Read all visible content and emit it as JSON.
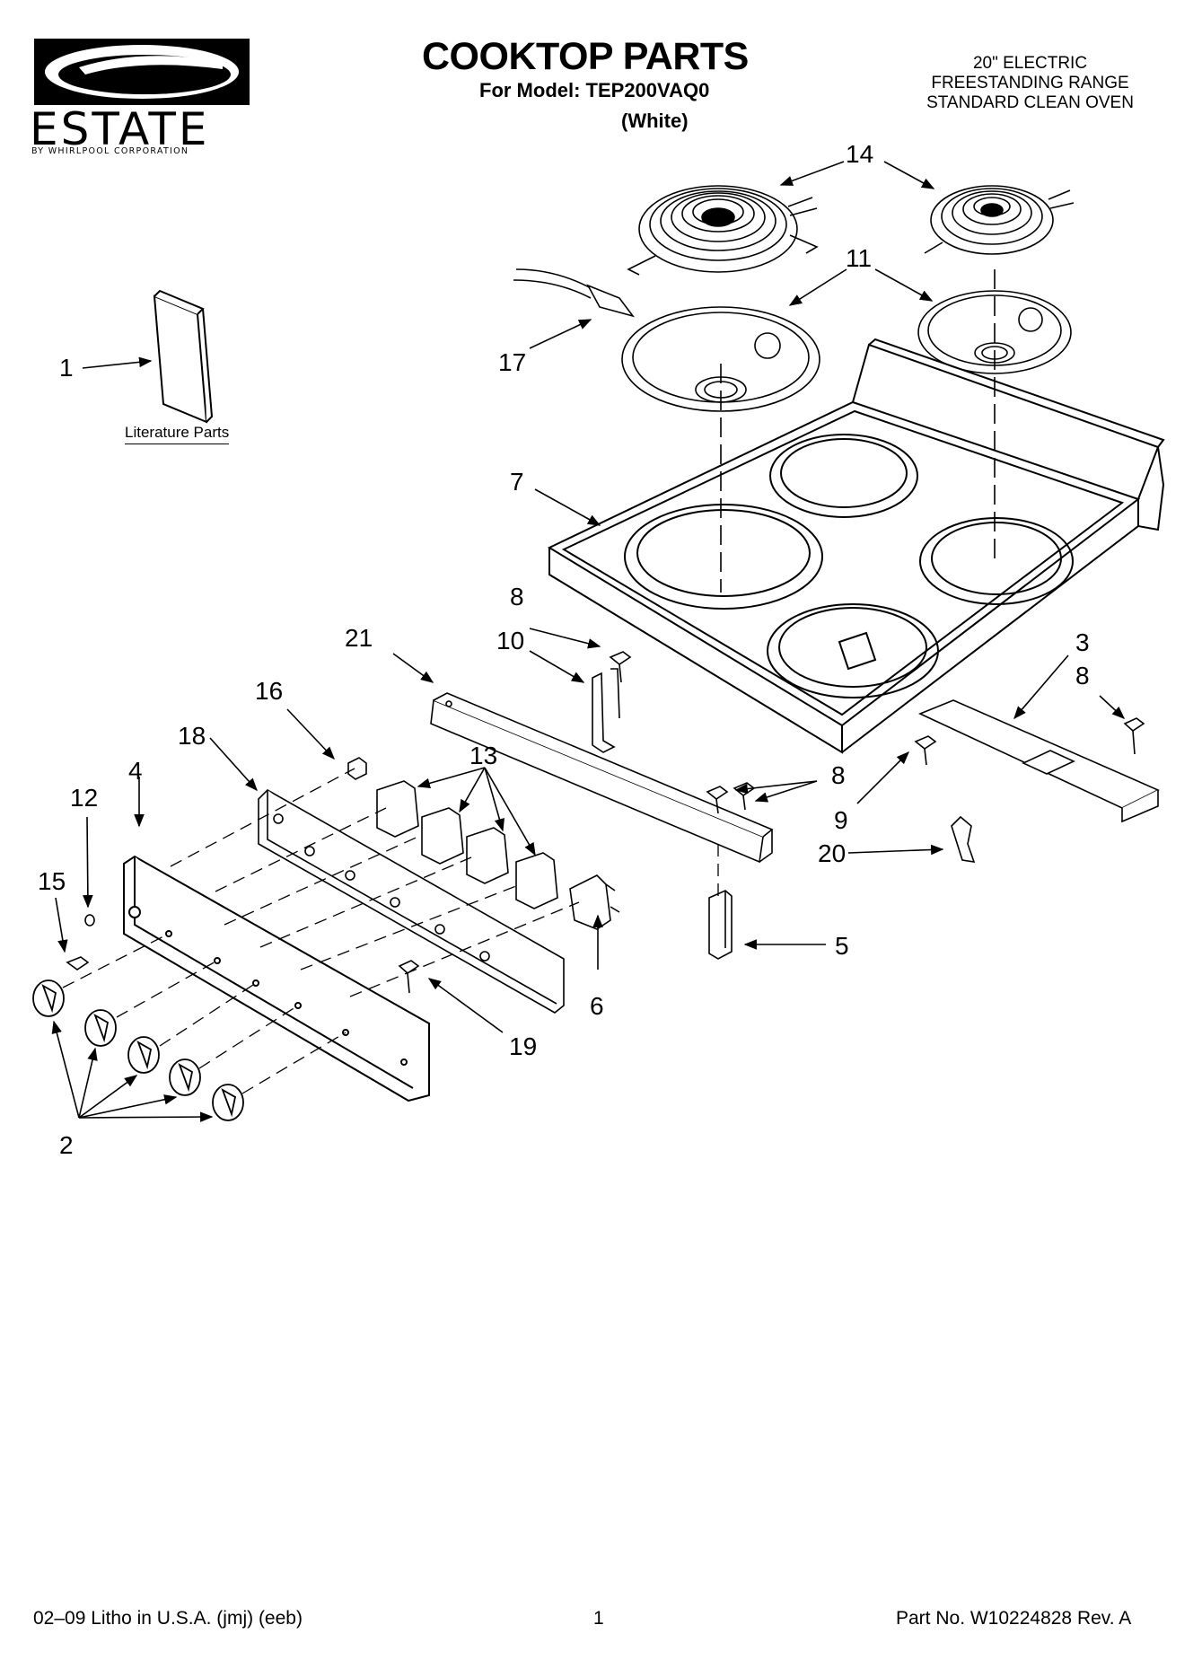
{
  "header": {
    "brand": "ESTATE",
    "brand_sub": "BY WHIRLPOOL CORPORATION",
    "title": "COOKTOP PARTS",
    "model_line": "For Model: TEP200VAQ0",
    "color_line": "(White)",
    "range_info": [
      "20\" ELECTRIC",
      "FREESTANDING RANGE",
      "STANDARD CLEAN OVEN"
    ]
  },
  "literature_label": "Literature Parts",
  "callouts": {
    "c1": "1",
    "c2": "2",
    "c3": "3",
    "c4": "4",
    "c5": "5",
    "c6": "6",
    "c7": "7",
    "c8a": "8",
    "c8b": "8",
    "c8c": "8",
    "c9": "9",
    "c10": "10",
    "c11": "11",
    "c12": "12",
    "c13": "13",
    "c14": "14",
    "c15": "15",
    "c16": "16",
    "c17": "17",
    "c18": "18",
    "c19": "19",
    "c20": "20",
    "c21": "21"
  },
  "footer": {
    "left": "02–09 Litho in U.S.A. (jmj) (eeb)",
    "page": "1",
    "right": "Part No. W10224828 Rev. A"
  }
}
